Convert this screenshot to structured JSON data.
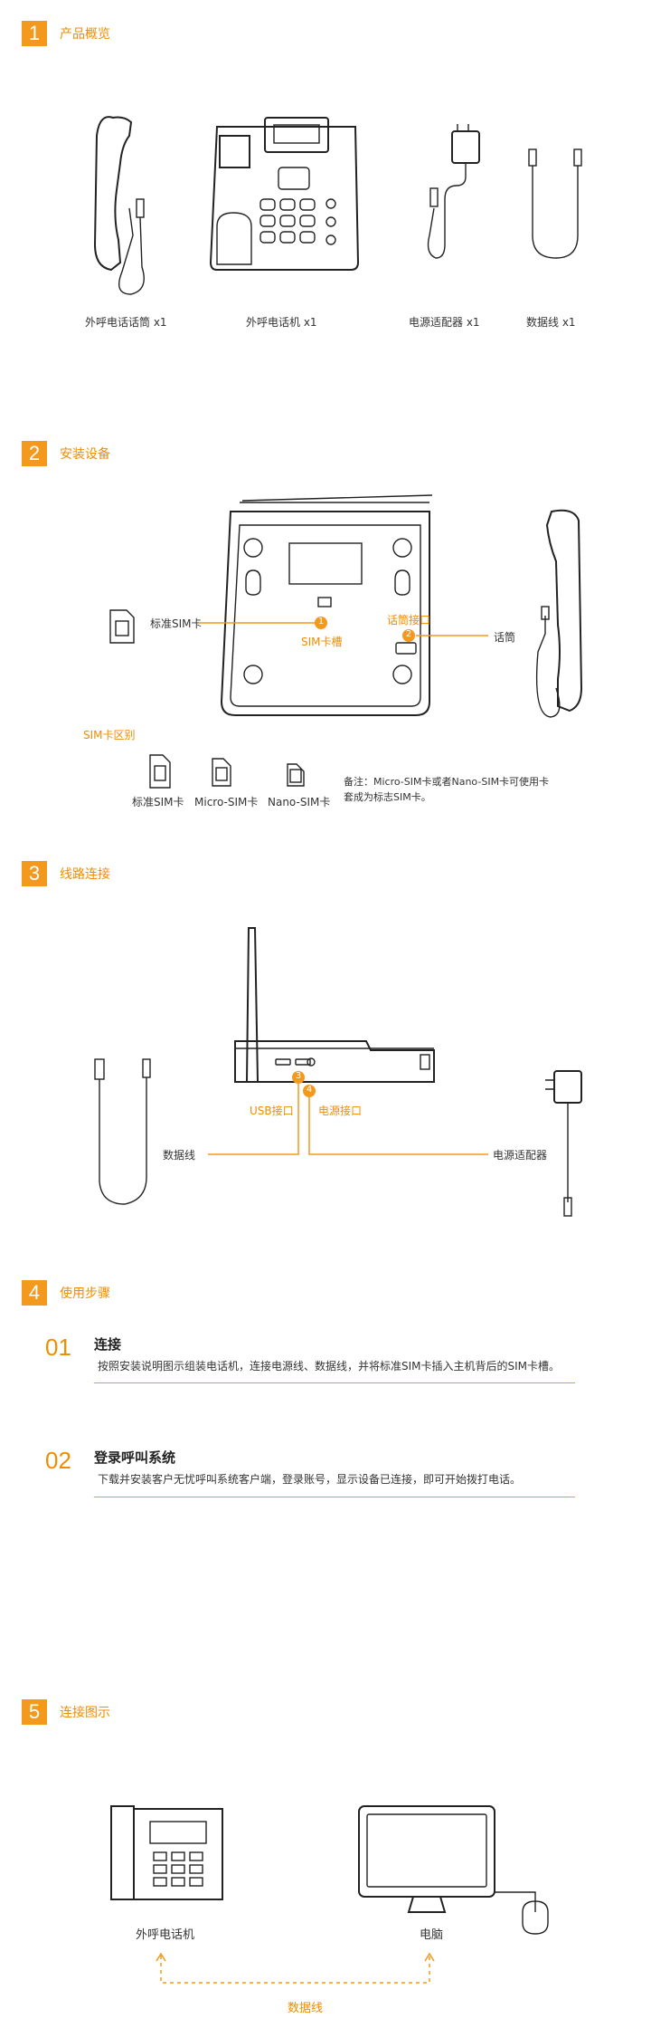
{
  "sections": [
    {
      "num": "1",
      "title": "产品概览"
    },
    {
      "num": "2",
      "title": "安装设备"
    },
    {
      "num": "3",
      "title": "线路连接"
    },
    {
      "num": "4",
      "title": "使用步骤"
    },
    {
      "num": "5",
      "title": "连接图示"
    }
  ],
  "overview": {
    "items": [
      {
        "label": "外呼电话话筒 x1"
      },
      {
        "label": "外呼电话机 x1"
      },
      {
        "label": "电源适配器 x1"
      },
      {
        "label": "数据线 x1"
      }
    ]
  },
  "install": {
    "standard_sim_label": "标准SIM卡",
    "callout_1_num": "1",
    "callout_1_label": "SIM卡槽",
    "callout_2_num": "2",
    "callout_2_label": "话筒接口",
    "handset_label": "话筒",
    "sim_diff_title": "SIM卡区别",
    "sim_types": [
      {
        "label": "标准SIM卡"
      },
      {
        "label": "Micro-SIM卡"
      },
      {
        "label": "Nano-SIM卡"
      }
    ],
    "note_line1": "备注：Micro-SIM卡或者Nano-SIM卡可使用卡",
    "note_line2": "套成为标志SIM卡。"
  },
  "wiring": {
    "callout_3_num": "3",
    "callout_4_num": "4",
    "usb_port_label": "USB接口",
    "power_port_label": "电源接口",
    "data_cable_label": "数据线",
    "adapter_label": "电源适配器"
  },
  "steps": [
    {
      "num": "01",
      "title": "连接",
      "desc": "按照安装说明图示组装电话机，连接电源线、数据线，并将标准SIM卡插入主机背后的SIM卡槽。"
    },
    {
      "num": "02",
      "title": "登录呼叫系统",
      "desc": "下载并安装客户无忧呼叫系统客户端，登录账号，显示设备已连接，即可开始拨打电话。"
    }
  ],
  "diagram": {
    "phone_label": "外呼电话机",
    "computer_label": "电脑",
    "cable_label": "数据线"
  },
  "colors": {
    "accent": "#f39a1e",
    "text": "#333333"
  }
}
